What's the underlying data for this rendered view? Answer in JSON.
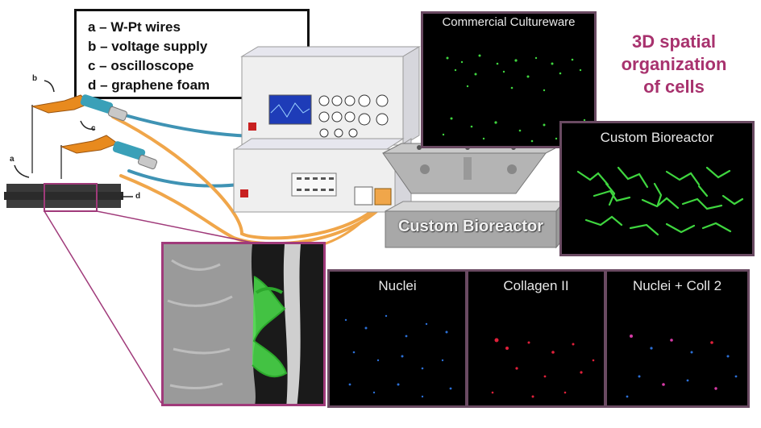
{
  "legend": {
    "items": [
      {
        "letter": "a",
        "text": "a – W-Pt wires"
      },
      {
        "letter": "b",
        "text": "b – voltage supply"
      },
      {
        "letter": "c",
        "text": "c – oscilloscope"
      },
      {
        "letter": "d",
        "text": "d – graphene foam"
      }
    ]
  },
  "headline": {
    "line1": "3D spatial",
    "line2": "organization",
    "line3": "of cells"
  },
  "panels": {
    "commercial": "Commercial Cultureware",
    "custom": "Custom Bioreactor",
    "nuclei": "Nuclei",
    "collagen": "Collagen II",
    "merged": "Nuclei + Coll 2"
  },
  "bioreactor_label": "Custom Bioreactor",
  "diagram_labels": {
    "a": "a",
    "b": "b",
    "c": "c",
    "d": "d"
  },
  "colors": {
    "headline": "#a8326e",
    "wire_blue": "#3f93b4",
    "wire_orange": "#f0a64a",
    "frame": "#a03a7a",
    "green_cells": "#3fd63f",
    "nuclei_blue": "#2b6fd6",
    "collagen_red": "#e0203a"
  }
}
